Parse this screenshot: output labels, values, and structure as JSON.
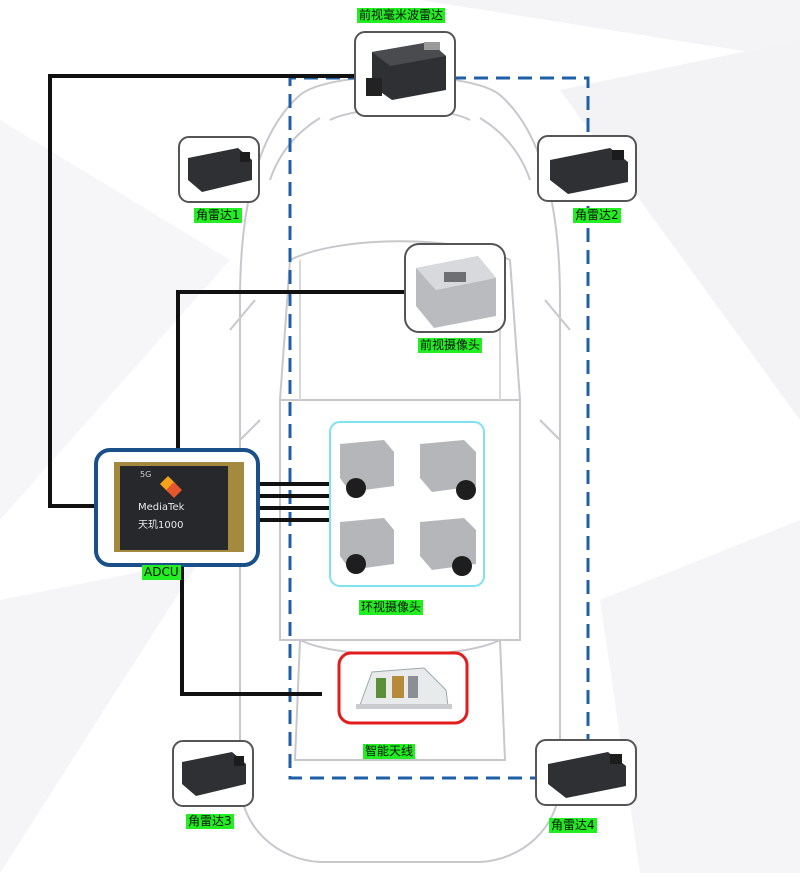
{
  "diagram": {
    "front_radar": "前视毫米波雷达",
    "corner_radar_1": "角雷达1",
    "corner_radar_2": "角雷达2",
    "corner_radar_3": "角雷达3",
    "corner_radar_4": "角雷达4",
    "front_camera": "前视摄像头",
    "surround_camera": "环视摄像头",
    "smart_antenna": "智能天线",
    "adcu": "ADCU",
    "chip_brand": "MediaTek",
    "chip_model": "天玑1000",
    "chip_5g": "5G"
  },
  "colors": {
    "dashed_border": "#1f5fa8",
    "adcu_border": "#1b4f8a",
    "antenna_border": "#e11d1d",
    "camera_group_border": "#7fe3ee",
    "label_bg": "#22ee22",
    "wire": "#111111"
  }
}
